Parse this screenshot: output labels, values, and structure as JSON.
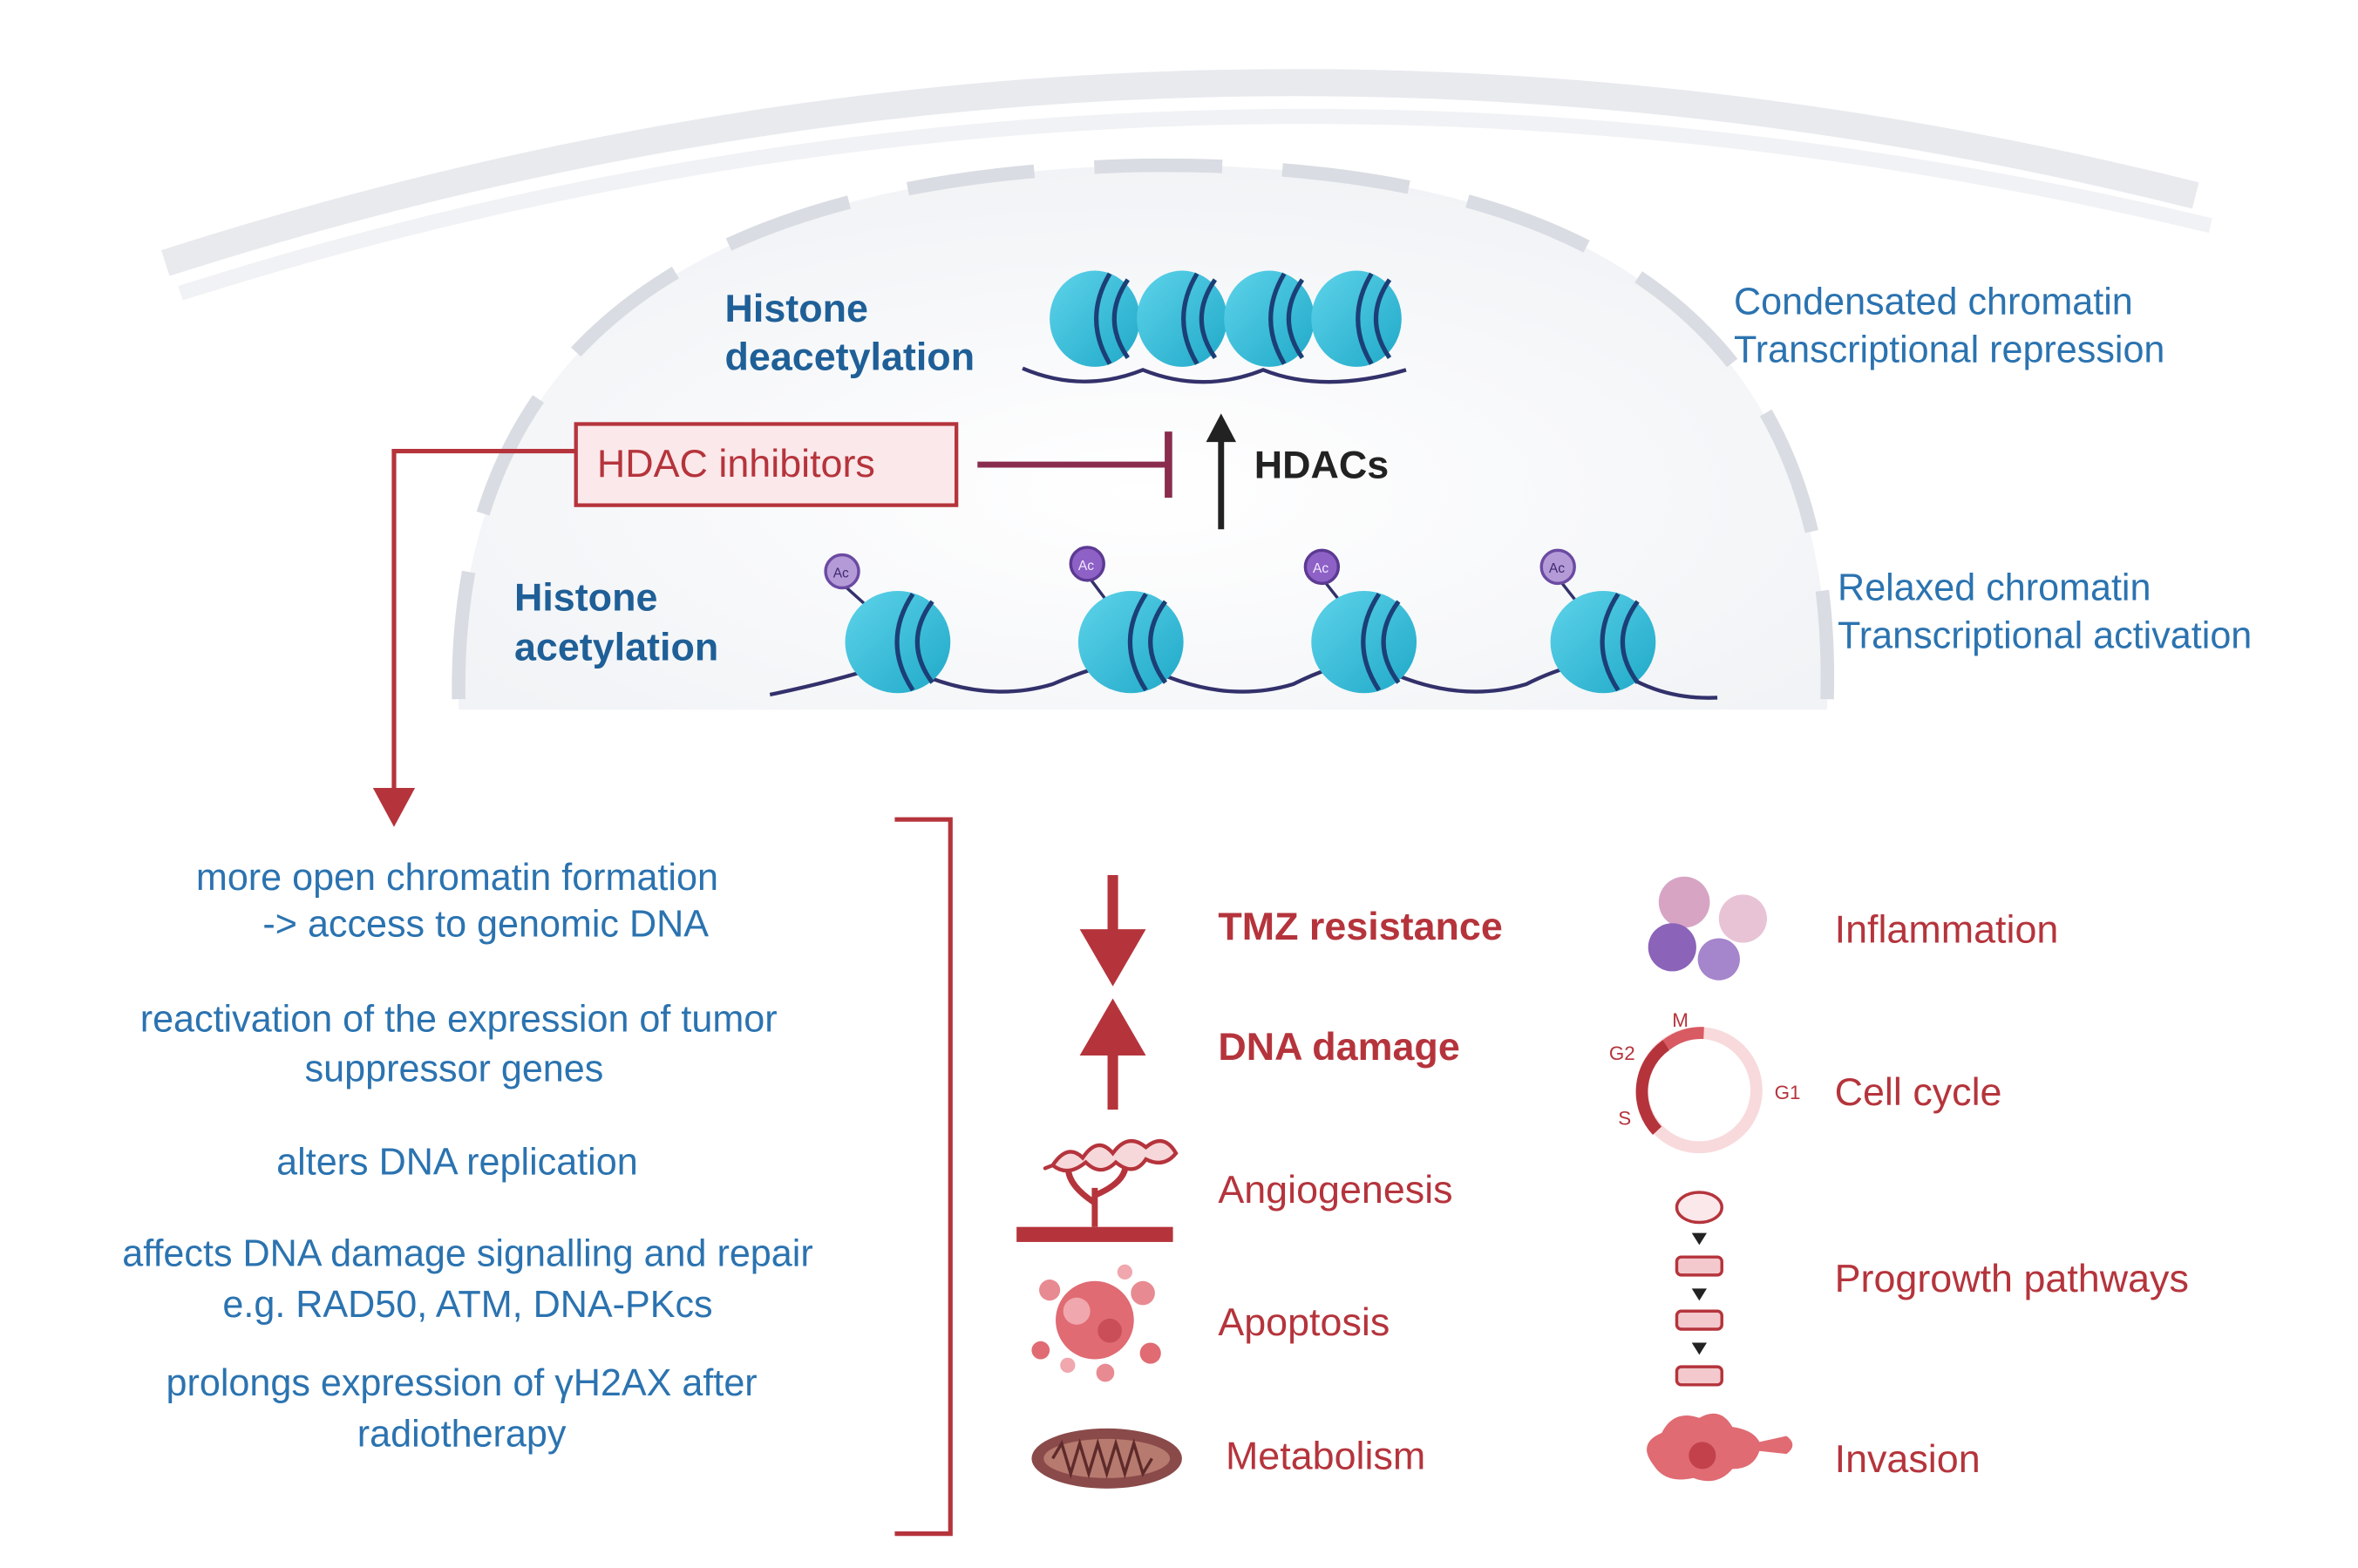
{
  "nucleus": {
    "top_title_line1": "Histone",
    "top_title_line2": "deacetylation",
    "bottom_title_line1": "Histone",
    "bottom_title_line2": "acetylation",
    "hdac_inhibitors": "HDAC inhibitors",
    "hdacs": "HDACs",
    "ac_label": "Ac",
    "condensed_line1": "Condensated chromatin",
    "condensed_line2": "Transcriptional repression",
    "relaxed_line1": "Relaxed chromatin",
    "relaxed_line2": "Transcriptional activation"
  },
  "effects": [
    {
      "lines": [
        "more open chromatin formation",
        "-> access to genomic DNA"
      ]
    },
    {
      "lines": [
        "reactivation of the expression of tumor",
        "suppressor genes"
      ]
    },
    {
      "lines": [
        "alters DNA replication"
      ]
    },
    {
      "lines": [
        "affects DNA damage signalling and repair",
        "e.g. RAD50, ATM, DNA-PKcs"
      ]
    },
    {
      "lines": [
        "prolongs expression of γH2AX after",
        "radiotherapy"
      ]
    }
  ],
  "outcomes": {
    "tmz": "TMZ resistance",
    "dna_damage": "DNA damage",
    "angiogenesis": "Angiogenesis",
    "apoptosis": "Apoptosis",
    "metabolism": "Metabolism",
    "inflammation": "Inflammation",
    "cell_cycle": "Cell cycle",
    "progrowth": "Progrowth pathways",
    "invasion": "Invasion"
  },
  "cell_cycle_phases": {
    "m": "M",
    "g1": "G1",
    "g2": "G2",
    "s": "S"
  },
  "colors": {
    "blue": "#2b73b0",
    "red": "#b5343c",
    "nucleosome": "#2bb7d4"
  }
}
